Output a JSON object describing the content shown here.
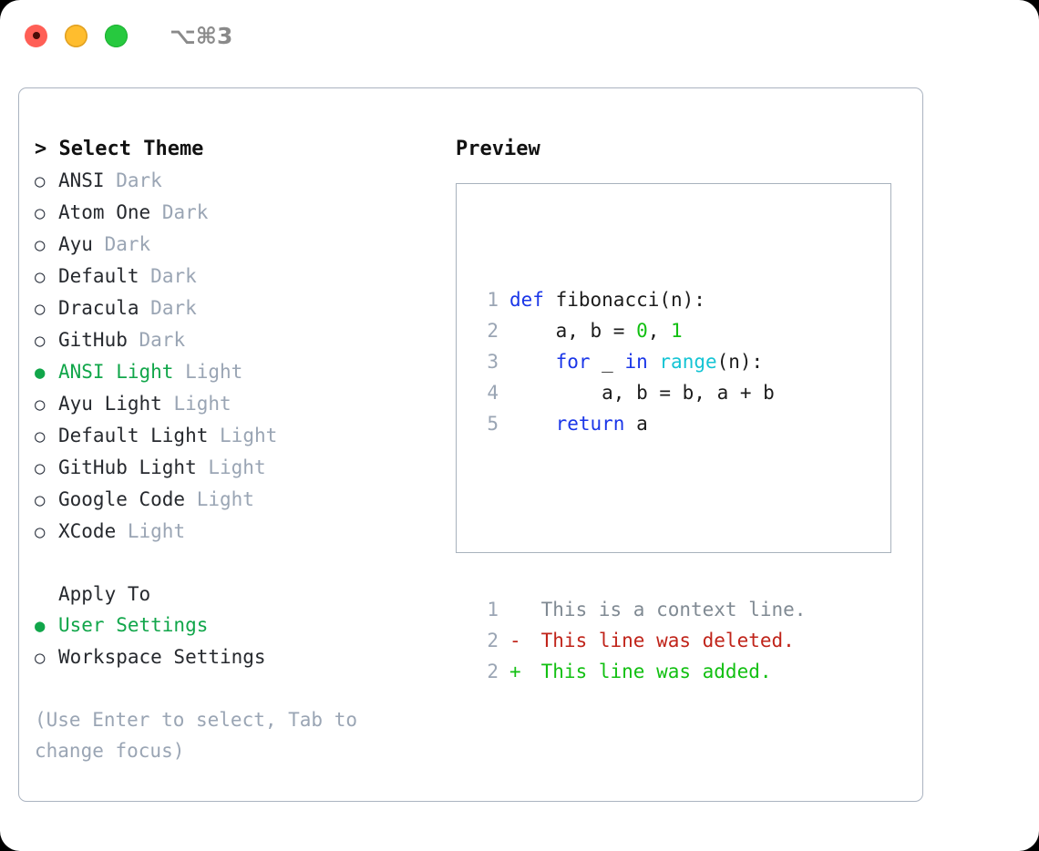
{
  "titlebar": {
    "shortcut": "⌥⌘3",
    "buttons": [
      "close",
      "minimize",
      "maximize"
    ]
  },
  "theme_picker": {
    "header": "> Select Theme",
    "items": [
      {
        "marker": "○",
        "name": "ANSI",
        "suffix": "Dark",
        "selected": false
      },
      {
        "marker": "○",
        "name": "Atom One",
        "suffix": "Dark",
        "selected": false
      },
      {
        "marker": "○",
        "name": "Ayu",
        "suffix": "Dark",
        "selected": false
      },
      {
        "marker": "○",
        "name": "Default",
        "suffix": "Dark",
        "selected": false
      },
      {
        "marker": "○",
        "name": "Dracula",
        "suffix": "Dark",
        "selected": false
      },
      {
        "marker": "○",
        "name": "GitHub",
        "suffix": "Dark",
        "selected": false
      },
      {
        "marker": "●",
        "name": "ANSI Light",
        "suffix": "Light",
        "selected": true
      },
      {
        "marker": "○",
        "name": "Ayu Light",
        "suffix": "Light",
        "selected": false
      },
      {
        "marker": "○",
        "name": "Default Light",
        "suffix": "Light",
        "selected": false
      },
      {
        "marker": "○",
        "name": "GitHub Light",
        "suffix": "Light",
        "selected": false
      },
      {
        "marker": "○",
        "name": "Google Code",
        "suffix": "Light",
        "selected": false
      },
      {
        "marker": "○",
        "name": "XCode",
        "suffix": "Light",
        "selected": false
      }
    ]
  },
  "apply_to": {
    "header": "Apply To",
    "items": [
      {
        "marker": "●",
        "name": "User Settings",
        "selected": true
      },
      {
        "marker": "○",
        "name": "Workspace Settings",
        "selected": false
      }
    ]
  },
  "hint": "(Use Enter to select, Tab to change focus)",
  "preview": {
    "header": "Preview",
    "code_lines": [
      {
        "no": "1",
        "tokens": [
          {
            "t": "def",
            "c": "k-keyword"
          },
          {
            "t": " fibonacci(n):",
            "c": "k-plain"
          }
        ]
      },
      {
        "no": "2",
        "tokens": [
          {
            "t": "    a, b = ",
            "c": "k-plain"
          },
          {
            "t": "0",
            "c": "k-number"
          },
          {
            "t": ", ",
            "c": "k-plain"
          },
          {
            "t": "1",
            "c": "k-number"
          }
        ]
      },
      {
        "no": "3",
        "tokens": [
          {
            "t": "    ",
            "c": "k-plain"
          },
          {
            "t": "for",
            "c": "k-keyword"
          },
          {
            "t": " _ ",
            "c": "k-plain"
          },
          {
            "t": "in",
            "c": "k-keyword"
          },
          {
            "t": " ",
            "c": "k-plain"
          },
          {
            "t": "range",
            "c": "k-builtin"
          },
          {
            "t": "(n):",
            "c": "k-plain"
          }
        ]
      },
      {
        "no": "4",
        "tokens": [
          {
            "t": "        a, b = b, a + b",
            "c": "k-plain"
          }
        ]
      },
      {
        "no": "5",
        "tokens": [
          {
            "t": "    ",
            "c": "k-plain"
          },
          {
            "t": "return",
            "c": "k-keyword"
          },
          {
            "t": " a",
            "c": "k-plain"
          }
        ]
      }
    ],
    "diff_lines": [
      {
        "no": "1",
        "mark": " ",
        "text": " This is a context line.",
        "cls": "d-context"
      },
      {
        "no": "2",
        "mark": "-",
        "text": " This line was deleted.",
        "cls": "d-del"
      },
      {
        "no": "2",
        "mark": "+",
        "text": " This line was added.",
        "cls": "d-add"
      }
    ]
  },
  "colors": {
    "accent_green": "#11a64a",
    "muted_gray": "#9aa5b4",
    "border": "#aab3c0",
    "keyword_blue": "#1a36e8",
    "builtin_cyan": "#14c4d4",
    "number_green": "#12c012",
    "diff_del_red": "#c0241a",
    "diff_add_green": "#12c012",
    "traffic_red": "#ff5f56",
    "traffic_yellow": "#ffbd2e",
    "traffic_green": "#27c93f"
  }
}
